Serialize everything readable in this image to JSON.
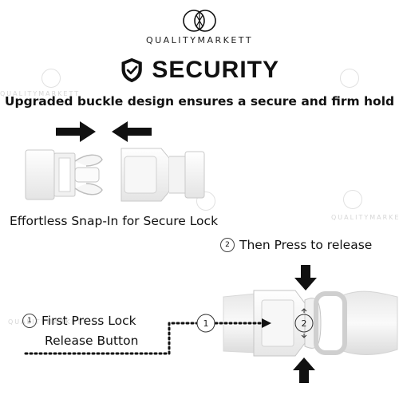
{
  "brand": {
    "name": "QUALITYMARKETT"
  },
  "watermark": {
    "text": "QUALITYMARKETT"
  },
  "header": {
    "title": "SECURITY",
    "tagline": "Upgraded buckle design ensures a secure and firm hold"
  },
  "snap": {
    "caption": "Effortless Snap-In for Secure Lock"
  },
  "steps": [
    {
      "number": "1",
      "label_line1": "First Press Lock",
      "label_line2": "Release Button"
    },
    {
      "number": "2",
      "label": "Then Press to release"
    }
  ],
  "icons": {
    "shield": "shield-check-icon",
    "logo": "brand-logo-icon"
  },
  "colors": {
    "text": "#111111",
    "buckle": "#f3f3f3",
    "watermark": "#d6d6d6"
  }
}
